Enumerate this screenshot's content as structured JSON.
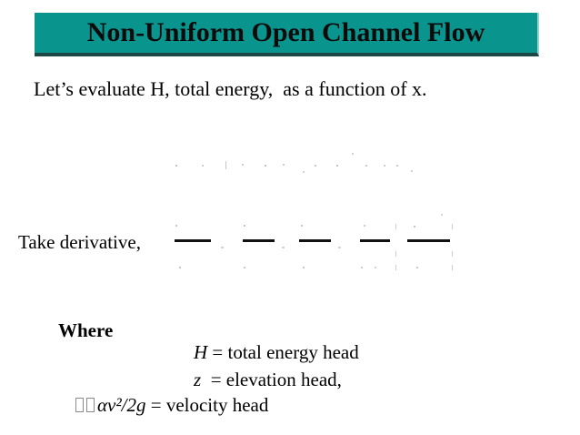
{
  "slide": {
    "title": "Non-Uniform Open Channel Flow",
    "body_line": "Let’s evaluate H, total energy,  as a function of x.",
    "take_derivative_label": "Take derivative,"
  },
  "where": {
    "label": "Where",
    "definitions": [
      {
        "term": "H",
        "rest": " = total energy head"
      },
      {
        "term": "z",
        "rest": "  = elevation head,"
      }
    ],
    "velocity_line": {
      "term": "αv²/2g",
      "rest": " = velocity head"
    }
  },
  "colors": {
    "banner_fill": "#0a948e",
    "banner_edge_dark": "#1d4744",
    "banner_edge_light": "#9fd2ce",
    "text": "#000000",
    "fraction_bar": "#101010",
    "faint_mark": "#8f8f8f"
  },
  "equations": {
    "faint_upper": {
      "description": "faded illegible energy equation row",
      "marks": [
        [
          193,
          181,
          2,
          2,
          0.55
        ],
        [
          222,
          181,
          2,
          2,
          0.45
        ],
        [
          248,
          177,
          1,
          9,
          0.5
        ],
        [
          266,
          180,
          2,
          2,
          0.45
        ],
        [
          291,
          181,
          2,
          2,
          0.55
        ],
        [
          311,
          180,
          2,
          2,
          0.45
        ],
        [
          333,
          188,
          2,
          2,
          0.4
        ],
        [
          346,
          181,
          2,
          2,
          0.5
        ],
        [
          370,
          181,
          2,
          2,
          0.55
        ],
        [
          387,
          168,
          2,
          2,
          0.4
        ],
        [
          402,
          181,
          2,
          2,
          0.45
        ],
        [
          422,
          181,
          2,
          2,
          0.45
        ],
        [
          436,
          181,
          2,
          2,
          0.45
        ],
        [
          452,
          187,
          2,
          2,
          0.4
        ]
      ]
    },
    "derivative": {
      "description": "faded derivative equation; only fraction bars visible",
      "bars": [
        [
          192,
          263,
          40,
          3
        ],
        [
          267,
          263,
          35,
          3
        ],
        [
          329,
          263,
          35,
          3
        ],
        [
          396,
          263,
          33,
          3
        ],
        [
          448,
          263,
          47,
          3
        ]
      ],
      "marks": [
        [
          193,
          247,
          2,
          2,
          0.5
        ],
        [
          268,
          247,
          2,
          2,
          0.5
        ],
        [
          331,
          247,
          2,
          2,
          0.5
        ],
        [
          400,
          247,
          2,
          2,
          0.45
        ],
        [
          455,
          248,
          2,
          2,
          0.5
        ],
        [
          485,
          235,
          2,
          2,
          0.35
        ],
        [
          435,
          246,
          1,
          6,
          0.45
        ],
        [
          497,
          246,
          1,
          6,
          0.45
        ],
        [
          435,
          276,
          1,
          6,
          0.45
        ],
        [
          497,
          276,
          1,
          6,
          0.45
        ],
        [
          435,
          291,
          1,
          6,
          0.45
        ],
        [
          497,
          291,
          1,
          6,
          0.45
        ],
        [
          243,
          271,
          3,
          2,
          0.4
        ],
        [
          310,
          271,
          3,
          2,
          0.4
        ],
        [
          372,
          271,
          3,
          2,
          0.4
        ],
        [
          197,
          293,
          2,
          2,
          0.5
        ],
        [
          268,
          293,
          2,
          2,
          0.5
        ],
        [
          333,
          293,
          2,
          2,
          0.5
        ],
        [
          397,
          293,
          2,
          2,
          0.45
        ],
        [
          412,
          293,
          2,
          2,
          0.4
        ],
        [
          458,
          293,
          2,
          2,
          0.5
        ]
      ]
    }
  }
}
